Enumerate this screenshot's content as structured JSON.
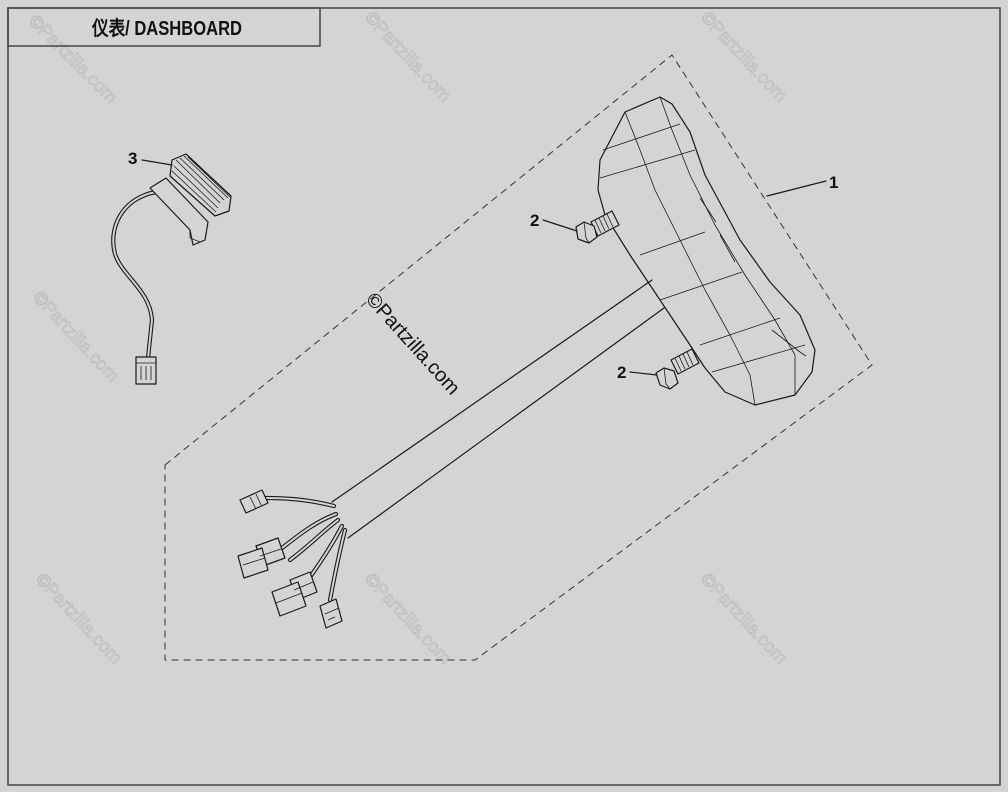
{
  "title": "仪表/ DASHBOARD",
  "watermark": "©Partzilla.com",
  "callouts": {
    "part1": "1",
    "part2_upper": "2",
    "part2_lower": "2",
    "part3": "3"
  },
  "colors": {
    "background": "#d4d4d4",
    "line": "#1a1a1a",
    "watermark_faint": "#bdbdbd"
  }
}
